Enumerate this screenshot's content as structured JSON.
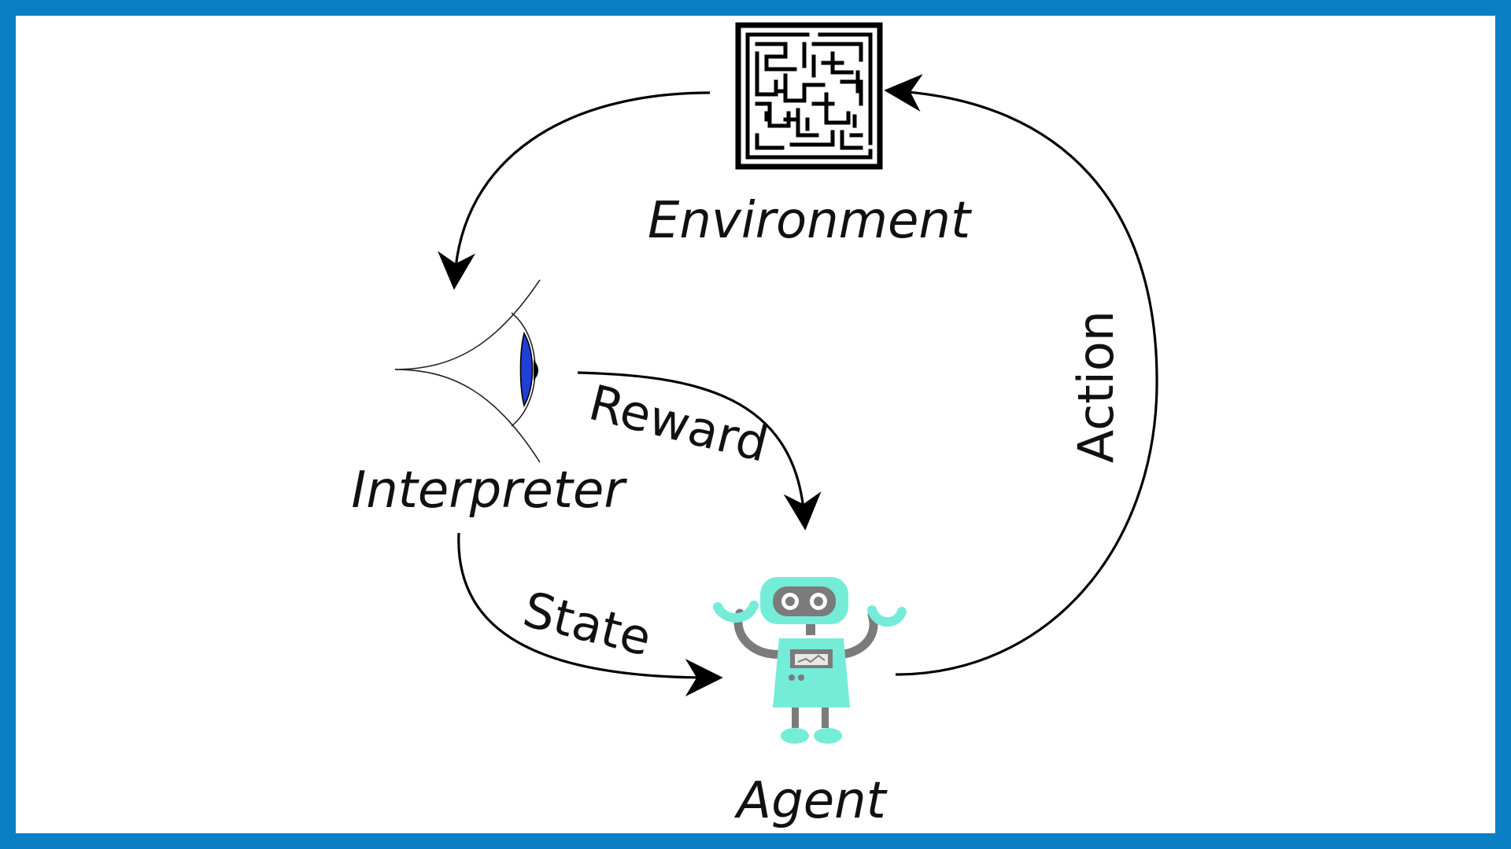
{
  "nodes": {
    "environment": "Environment",
    "interpreter": "Interpreter",
    "agent": "Agent"
  },
  "edges": {
    "reward": "Reward",
    "state": "State",
    "action": "Action"
  },
  "icons": {
    "environment": "maze-icon",
    "interpreter": "eye-icon",
    "agent": "robot-icon"
  },
  "colors": {
    "frame": "#0a7fc6",
    "iris": "#1f3fd6",
    "robot_body": "#74ecd8",
    "robot_frame": "#7b7b7b"
  }
}
